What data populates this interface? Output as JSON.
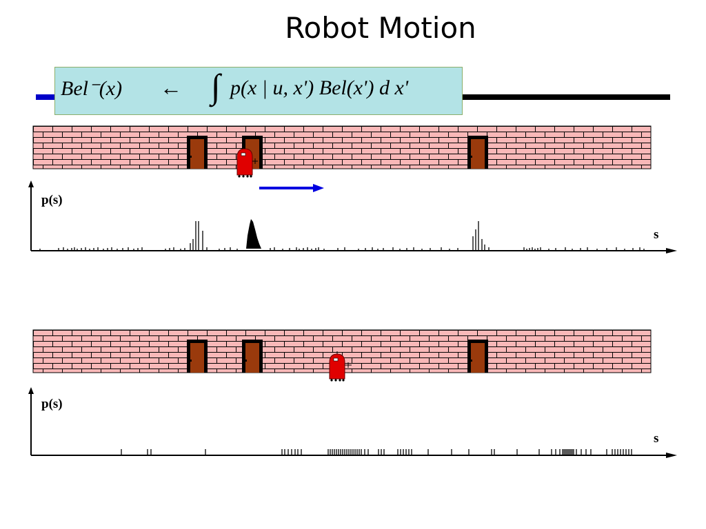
{
  "slide": {
    "title": "Robot Motion"
  },
  "formula": {
    "lhs": "Bel⁻(x)",
    "arrow": "←",
    "integral": "∫",
    "rhs": "p(x | u, x') Bel(x')  d x'"
  },
  "plots": [
    {
      "ylabel": "p(s)",
      "xlabel": "s"
    },
    {
      "ylabel": "p(s)",
      "xlabel": "s"
    }
  ],
  "colors": {
    "brick": "#f9b8b8",
    "mortar": "#000000",
    "door": "#9a3a0c",
    "robot": "#e00000",
    "motion_arrow": "#0000e0",
    "formula_box": "#b3e3e6"
  }
}
